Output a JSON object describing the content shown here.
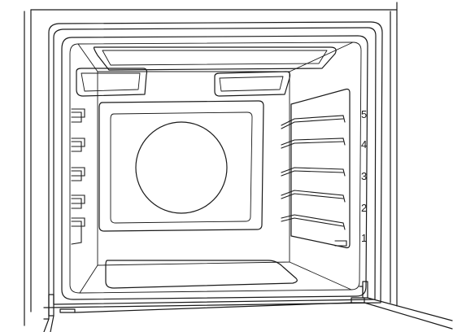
{
  "diagram": {
    "rack_levels": [
      "5",
      "4",
      "3",
      "2",
      "1"
    ]
  }
}
